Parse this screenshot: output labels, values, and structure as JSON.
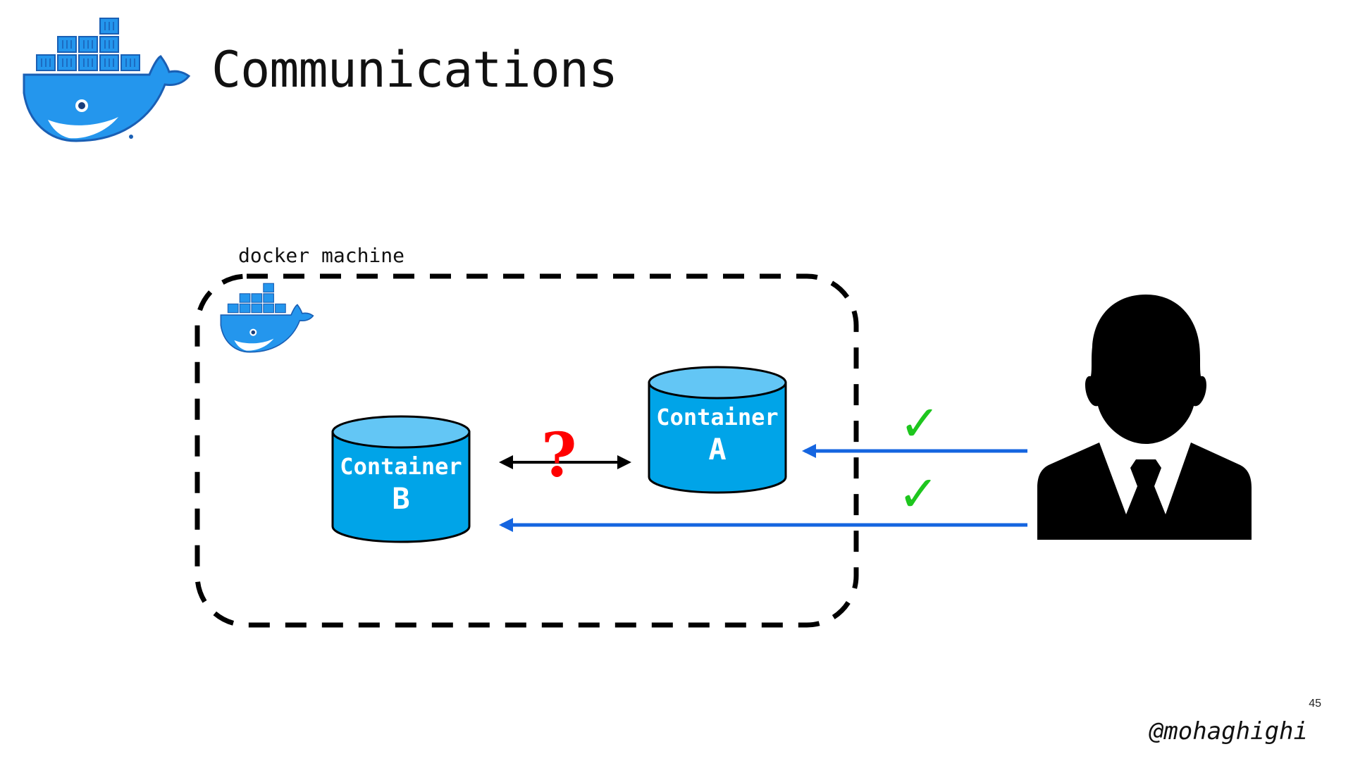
{
  "slide": {
    "title": "Communications",
    "page_number": "45",
    "handle": "@mohaghighi"
  },
  "diagram": {
    "machine_label": "docker machine",
    "container_a": {
      "name": "Container",
      "letter": "A"
    },
    "container_b": {
      "name": "Container",
      "letter": "B"
    },
    "question_mark": "?",
    "check_top": "✓",
    "check_bottom": "✓"
  },
  "colors": {
    "docker_blue": "#2496ED",
    "cylinder_fill": "#00A4E8",
    "cylinder_top": "#63C6F5",
    "arrow_blue": "#1565E0",
    "check_green": "#1EC61E",
    "question_red": "#FF0000"
  },
  "icons": [
    "docker-whale-logo-icon",
    "person-silhouette-icon",
    "check-icon",
    "question-icon"
  ]
}
